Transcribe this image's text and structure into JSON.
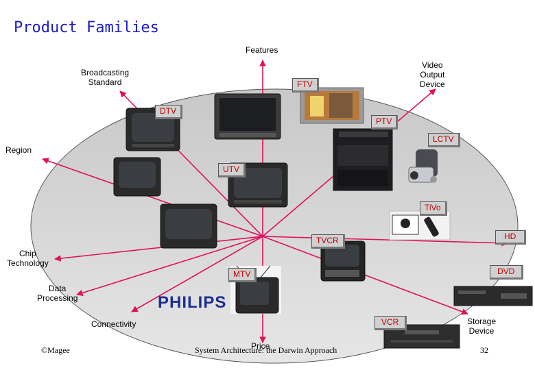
{
  "title": "Product Families",
  "axes": {
    "features": "Features",
    "video_output": "Video\nOutput\nDevice",
    "broadcasting": "Broadcasting\nStandard",
    "region": "Region",
    "chip": "Chip\nTechnology",
    "data_processing": "Data\nProcessing",
    "connectivity": "Connectivity",
    "price": "Price",
    "storage": "Storage\nDevice"
  },
  "families": {
    "ftv": "FTV",
    "dtv": "DTV",
    "ptv": "PTV",
    "lctv": "LCTV",
    "utv": "UTV",
    "tivo": "TiVo",
    "hd": "HD",
    "tvcr": "TVCR",
    "mtv": "MTV",
    "dvd": "DVD",
    "vcr": "VCR"
  },
  "brand": "PHILIPS",
  "footer": {
    "author": "©Magee",
    "center": "System Architecture: the Darwin Approach",
    "page": "32"
  },
  "colors": {
    "arrow": "#e0105a",
    "ellipse_fill": "#d4d4d4",
    "tag_text": "#c00000",
    "title": "#1a1ad0"
  }
}
